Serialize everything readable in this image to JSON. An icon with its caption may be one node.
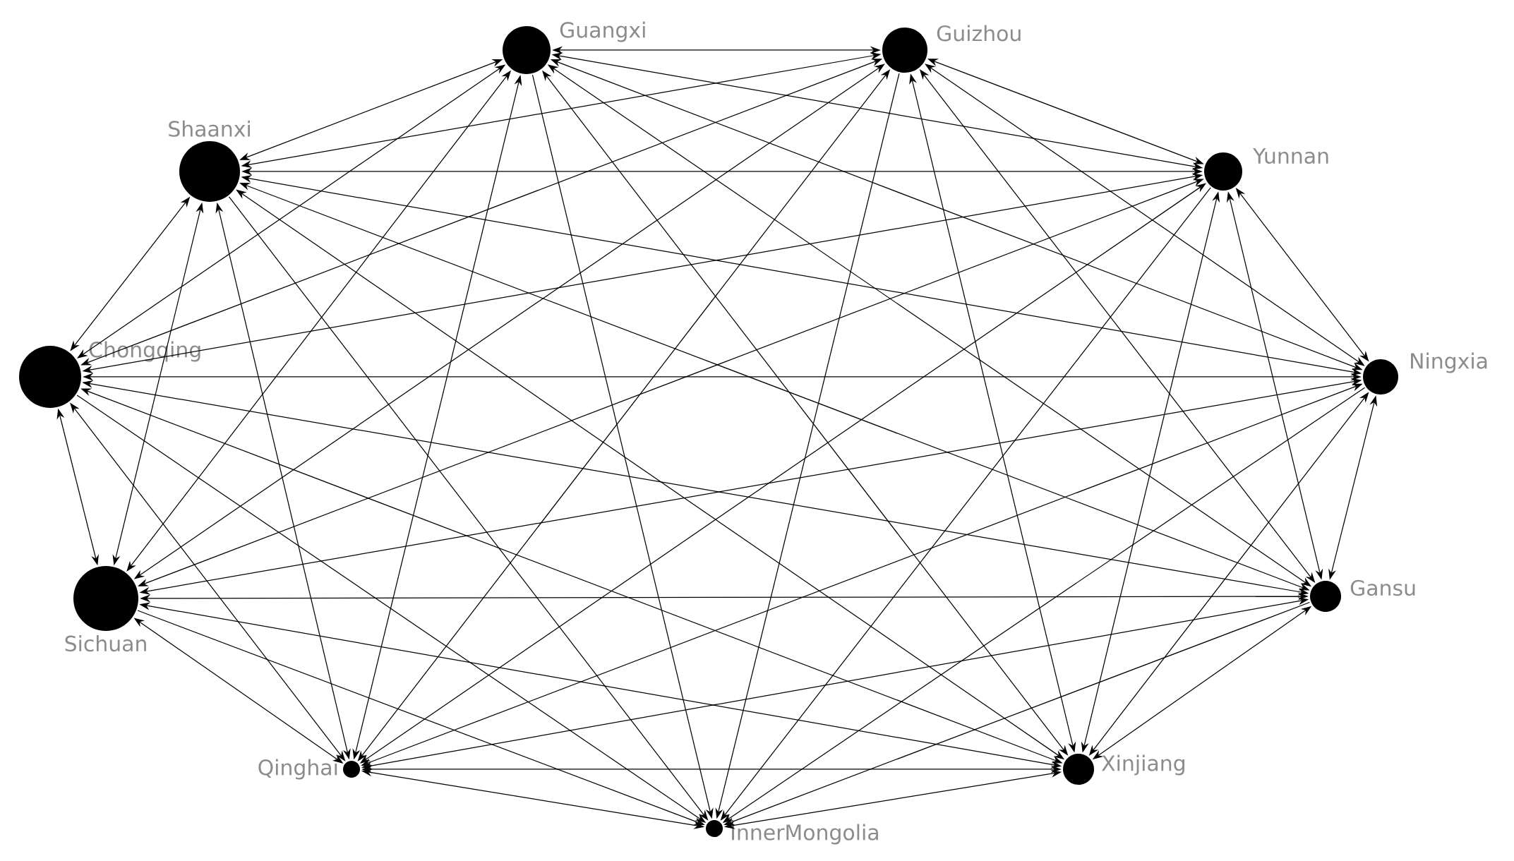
{
  "diagram": {
    "nodes": [
      {
        "text": [
          "Guangxi"
        ]
      },
      {
        "text": [
          "Guizhou"
        ]
      },
      {
        "text": [
          "Shaanxi"
        ]
      },
      {
        "text": [
          "Yunnan"
        ]
      },
      {
        "text": [
          "Chongqing"
        ]
      },
      {
        "text": [
          "Ningxia"
        ]
      },
      {
        "text": [
          "Sichuan"
        ]
      },
      {
        "text": [
          "Gansu"
        ]
      },
      {
        "text": [
          "Qinghai"
        ]
      },
      {
        "text": [
          "Xinjiang"
        ]
      },
      {
        "text": [
          "InnerMongolia"
        ]
      }
    ],
    "edges": [
      {
        "from": 0,
        "to": 1,
        "arrow": "both"
      },
      {
        "from": 0,
        "to": 2,
        "arrow": "both"
      },
      {
        "from": 0,
        "to": 3,
        "arrow": "both"
      },
      {
        "from": 0,
        "to": 4,
        "arrow": "both"
      },
      {
        "from": 0,
        "to": 5,
        "arrow": "both"
      },
      {
        "from": 0,
        "to": 6,
        "arrow": "both"
      },
      {
        "from": 0,
        "to": 7,
        "arrow": "both"
      },
      {
        "from": 0,
        "to": 8,
        "arrow": "both"
      },
      {
        "from": 0,
        "to": 9,
        "arrow": "both"
      },
      {
        "from": 0,
        "to": 10,
        "arrow": "to"
      },
      {
        "from": 1,
        "to": 2,
        "arrow": "both"
      },
      {
        "from": 1,
        "to": 3,
        "arrow": "both"
      },
      {
        "from": 1,
        "to": 4,
        "arrow": "both"
      },
      {
        "from": 1,
        "to": 5,
        "arrow": "both"
      },
      {
        "from": 1,
        "to": 6,
        "arrow": "both"
      },
      {
        "from": 1,
        "to": 7,
        "arrow": "both"
      },
      {
        "from": 1,
        "to": 8,
        "arrow": "both"
      },
      {
        "from": 1,
        "to": 9,
        "arrow": "both"
      },
      {
        "from": 1,
        "to": 10,
        "arrow": "to"
      },
      {
        "from": 2,
        "to": 3,
        "arrow": "both"
      },
      {
        "from": 2,
        "to": 4,
        "arrow": "both"
      },
      {
        "from": 2,
        "to": 5,
        "arrow": "both"
      },
      {
        "from": 2,
        "to": 6,
        "arrow": "both"
      },
      {
        "from": 2,
        "to": 7,
        "arrow": "both"
      },
      {
        "from": 2,
        "to": 8,
        "arrow": "both"
      },
      {
        "from": 2,
        "to": 9,
        "arrow": "both"
      },
      {
        "from": 2,
        "to": 10,
        "arrow": "to"
      },
      {
        "from": 3,
        "to": 4,
        "arrow": "both"
      },
      {
        "from": 3,
        "to": 5,
        "arrow": "both"
      },
      {
        "from": 3,
        "to": 6,
        "arrow": "both"
      },
      {
        "from": 3,
        "to": 7,
        "arrow": "both"
      },
      {
        "from": 3,
        "to": 8,
        "arrow": "both"
      },
      {
        "from": 3,
        "to": 9,
        "arrow": "both"
      },
      {
        "from": 3,
        "to": 10,
        "arrow": "to"
      },
      {
        "from": 4,
        "to": 5,
        "arrow": "both"
      },
      {
        "from": 4,
        "to": 6,
        "arrow": "both"
      },
      {
        "from": 4,
        "to": 7,
        "arrow": "both"
      },
      {
        "from": 4,
        "to": 8,
        "arrow": "both"
      },
      {
        "from": 4,
        "to": 9,
        "arrow": "both"
      },
      {
        "from": 4,
        "to": 10,
        "arrow": "to"
      },
      {
        "from": 5,
        "to": 6,
        "arrow": "both"
      },
      {
        "from": 5,
        "to": 7,
        "arrow": "both"
      },
      {
        "from": 5,
        "to": 8,
        "arrow": "both"
      },
      {
        "from": 5,
        "to": 9,
        "arrow": "both"
      },
      {
        "from": 5,
        "to": 10,
        "arrow": "to"
      },
      {
        "from": 6,
        "to": 7,
        "arrow": "both"
      },
      {
        "from": 6,
        "to": 8,
        "arrow": "both"
      },
      {
        "from": 6,
        "to": 9,
        "arrow": "both"
      },
      {
        "from": 6,
        "to": 10,
        "arrow": "to"
      },
      {
        "from": 7,
        "to": 8,
        "arrow": "both"
      },
      {
        "from": 7,
        "to": 9,
        "arrow": "both"
      },
      {
        "from": 7,
        "to": 10,
        "arrow": "to"
      },
      {
        "from": 8,
        "to": 9,
        "arrow": "both"
      },
      {
        "from": 8,
        "to": 10,
        "arrow": "both"
      },
      {
        "from": 9,
        "to": 10,
        "arrow": "both"
      }
    ]
  }
}
